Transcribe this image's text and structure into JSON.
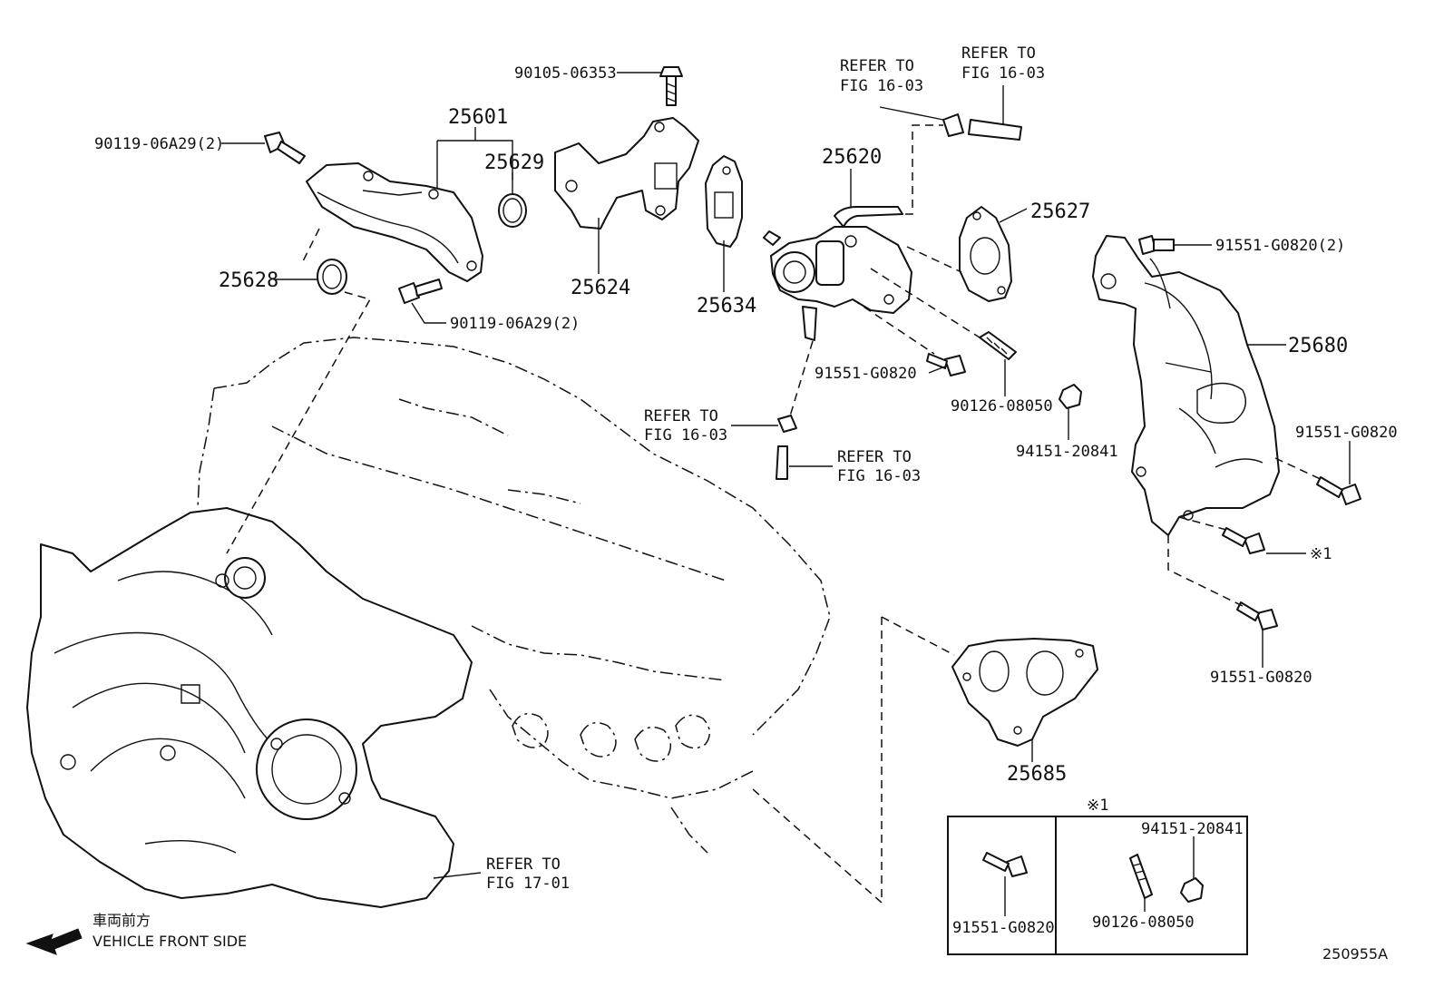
{
  "parts": {
    "p25601": "25601",
    "p25629": "25629",
    "p25628": "25628",
    "p25624": "25624",
    "p25634": "25634",
    "p25620": "25620",
    "p25627": "25627",
    "p25680": "25680",
    "p25685": "25685"
  },
  "fasteners": {
    "f90105": "90105-06353",
    "f90119_top": "90119-06A29(2)",
    "f90119_mid": "90119-06A29(2)",
    "f91551_2": "91551-G0820(2)",
    "f91551_a": "91551-G0820",
    "f90126": "90126-08050",
    "f94151": "94151-20841",
    "f91551_b": "91551-G0820",
    "f91551_c": "91551-G0820",
    "note1_ref": "※1"
  },
  "refs": {
    "refer_to": "REFER TO",
    "fig_16_03": "FIG 16-03",
    "fig_17_01": "FIG 17-01"
  },
  "inset": {
    "title": "※1",
    "left_part": "91551-G0820",
    "right_top": "94151-20841",
    "right_bottom": "90126-08050"
  },
  "direction": {
    "japanese": "車両前方",
    "english": "VEHICLE FRONT SIDE"
  },
  "diagram_id": "250955A"
}
